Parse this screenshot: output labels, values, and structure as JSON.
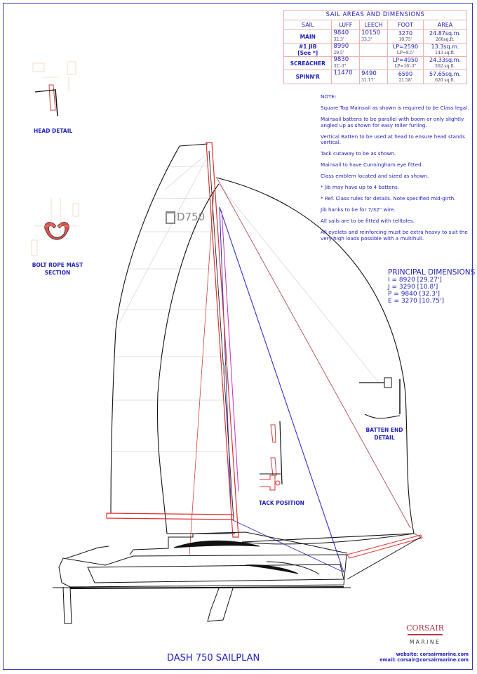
{
  "table": {
    "title": "SAIL AREAS AND DIMENSIONS",
    "headers": [
      "SAIL",
      "LUFF",
      "LEECH",
      "FOOT",
      "AREA"
    ],
    "rows": [
      {
        "sail": "MAIN",
        "luff": "9840",
        "luff_ft": "32.3'",
        "leech": "10150",
        "leech_ft": "33.3'",
        "foot": "3270",
        "foot_ft": "10.75'",
        "area": "24.87sq.m.",
        "area_ft": "268sq.ft."
      },
      {
        "sail": "#1 JIB",
        "sail2": "[See *]",
        "luff": "8990",
        "luff_ft": "29.5'",
        "leech": "",
        "leech_ft": "",
        "foot": "LP=2590",
        "foot_ft": "LP=8.5'",
        "area": "13.3sq.m.",
        "area_ft": "143 sq.ft."
      },
      {
        "sail": "SCREACHER",
        "luff": "9830",
        "luff_ft": "32'-3\"",
        "leech": "",
        "leech_ft": "",
        "foot": "LP=4950",
        "foot_ft": "LP=16'-3\"",
        "area": "24.33sq.m.",
        "area_ft": "262 sq.ft."
      },
      {
        "sail": "SPINN'R",
        "luff": "11470",
        "luff_ft": "",
        "leech": "9490",
        "leech_ft": "31.17'",
        "foot": "6590",
        "foot_ft": "21.58'",
        "area": "57.65sq.m.",
        "area_ft": "620 sq.ft."
      }
    ]
  },
  "notes": {
    "heading": "NOTE:",
    "items": [
      "Square Top Mainsail as shown is required to be Class legal.",
      "Mainsail battens to be parallel with boom or only slightly angled up as shown for easy roller furling.",
      "Vertical Batten to be used at head to ensure head stands vertical.",
      "Tack cutaway to be as shown.",
      "Mainsail to have Cunningham eye fitted.",
      "Class emblem located and sized as shown.",
      "* Jib may have up to 4 battens.",
      "* Ref. Class rules for details. Note specified mid-girth.",
      "Jib hanks to be for 7/32\" wire.",
      "All sails are to be fitted with telltales.",
      "All eyelets and reinforcing must be extra heavy to suit the very high loads possible with a multihull."
    ]
  },
  "principal": {
    "title": "PRINCIPAL DIMENSIONS",
    "lines": [
      "I = 8920 [29.27']",
      "J = 3290 [10.8']",
      "P = 9840 [32.3']",
      "E = 3270 [10.75']"
    ]
  },
  "details": {
    "head": "HEAD DETAIL",
    "bolt_rope_1": "BOLT ROPE MAST",
    "bolt_rope_2": "SECTION",
    "tack": "TACK POSITION",
    "batten_1": "BATTEN END",
    "batten_2": "DETAIL"
  },
  "emblem": "D750",
  "title": "DASH 750 SAILPLAN",
  "logo": {
    "name": "CORSAIR",
    "sub": "MARINE"
  },
  "contact": {
    "website": "website:  corsairmarine.com",
    "email": "email:  corsair@corsairmarine.com"
  },
  "colors": {
    "ink": "#2222b8",
    "mast": "#e03030",
    "forestay": "#3030c0",
    "dimension": "#f0c8a0"
  }
}
